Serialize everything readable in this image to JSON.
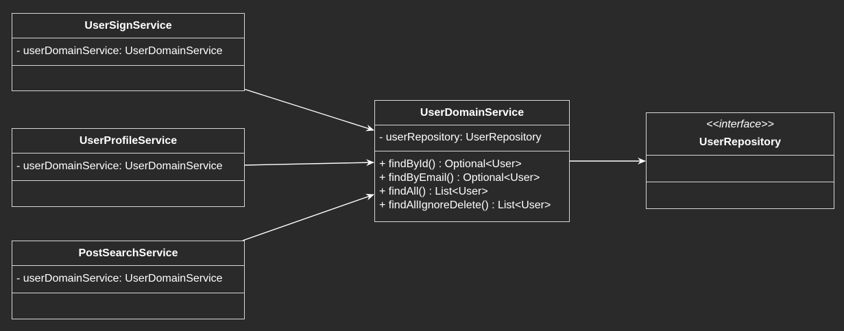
{
  "diagram": {
    "classes": {
      "user_sign_service": {
        "name": "UserSignService",
        "attributes": [
          "- userDomainService: UserDomainService"
        ],
        "methods": []
      },
      "user_profile_service": {
        "name": "UserProfileService",
        "attributes": [
          "- userDomainService: UserDomainService"
        ],
        "methods": []
      },
      "post_search_service": {
        "name": "PostSearchService",
        "attributes": [
          "- userDomainService: UserDomainService"
        ],
        "methods": []
      },
      "user_domain_service": {
        "name": "UserDomainService",
        "attributes": [
          "- userRepository: UserRepository"
        ],
        "methods": [
          "+ findById() : Optional<User>",
          "+ findByEmail() : Optional<User>",
          "+ findAll() : List<User>",
          "+ findAllIgnoreDelete() : List<User>"
        ]
      },
      "user_repository": {
        "stereotype": "<<interface>>",
        "name": "UserRepository",
        "attributes": [],
        "methods": []
      }
    },
    "edges": [
      {
        "from": "UserSignService",
        "to": "UserDomainService"
      },
      {
        "from": "UserProfileService",
        "to": "UserDomainService"
      },
      {
        "from": "PostSearchService",
        "to": "UserDomainService"
      },
      {
        "from": "UserDomainService",
        "to": "UserRepository"
      }
    ]
  }
}
